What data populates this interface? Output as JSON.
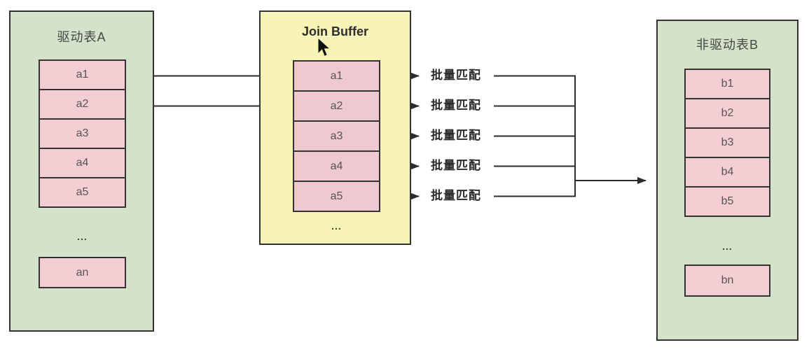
{
  "diagram": {
    "left_table": {
      "title": "驱动表A",
      "rows": [
        "a1",
        "a2",
        "a3",
        "a4",
        "a5"
      ],
      "ellipsis": "...",
      "last_row": "an"
    },
    "join_buffer": {
      "title": "Join Buffer",
      "rows": [
        "a1",
        "a2",
        "a3",
        "a4",
        "a5"
      ],
      "ellipsis": "..."
    },
    "right_table": {
      "title": "非驱动表B",
      "rows": [
        "b1",
        "b2",
        "b3",
        "b4",
        "b5"
      ],
      "ellipsis": "...",
      "last_row": "bn"
    },
    "match_labels": [
      "批量匹配",
      "批量匹配",
      "批量匹配",
      "批量匹配",
      "批量匹配"
    ],
    "colors": {
      "table_bg": "#d4e2ca",
      "buffer_bg": "#f8f3b6",
      "row_bg": "#f4ced3",
      "buffer_row_bg": "#efc9cf",
      "border": "#333333",
      "arrow": "#2c2c2c",
      "title_text": "#474747",
      "row_text": "#555555",
      "label_text": "#2b2b2b"
    }
  }
}
